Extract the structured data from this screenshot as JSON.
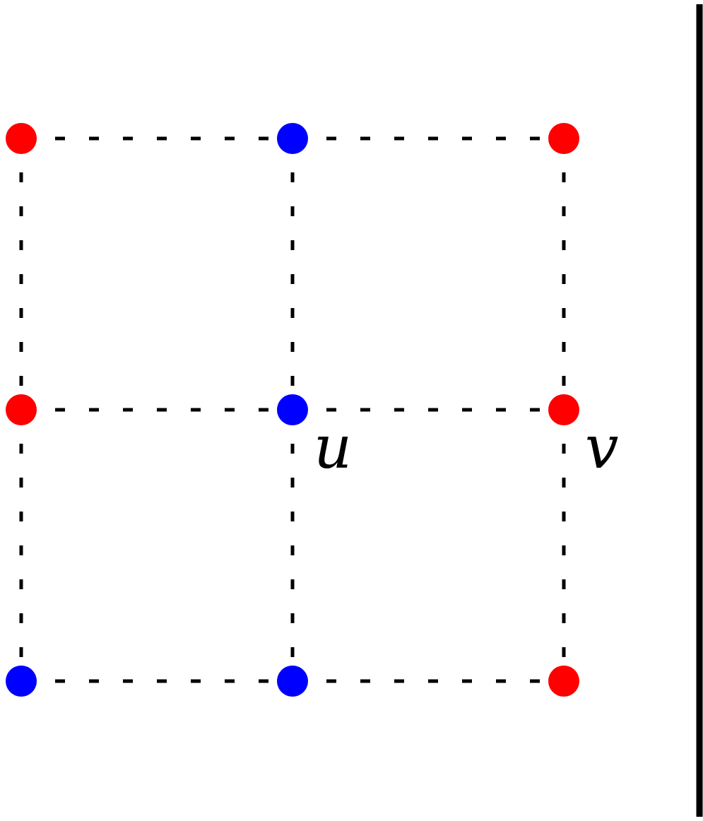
{
  "diagram": {
    "type": "grid-graph",
    "rows": 3,
    "cols": 3,
    "edge_style": "dashed",
    "colors": {
      "red": "#ff0000",
      "blue": "#0000ff",
      "line": "#000000"
    },
    "nodes": [
      {
        "row": 0,
        "col": 0,
        "color": "red",
        "label": ""
      },
      {
        "row": 0,
        "col": 1,
        "color": "blue",
        "label": ""
      },
      {
        "row": 0,
        "col": 2,
        "color": "red",
        "label": ""
      },
      {
        "row": 1,
        "col": 0,
        "color": "red",
        "label": ""
      },
      {
        "row": 1,
        "col": 1,
        "color": "blue",
        "label": "u"
      },
      {
        "row": 1,
        "col": 2,
        "color": "red",
        "label": "v"
      },
      {
        "row": 2,
        "col": 0,
        "color": "blue",
        "label": ""
      },
      {
        "row": 2,
        "col": 1,
        "color": "blue",
        "label": ""
      },
      {
        "row": 2,
        "col": 2,
        "color": "red",
        "label": ""
      }
    ],
    "separator": "vertical-rule-right"
  }
}
